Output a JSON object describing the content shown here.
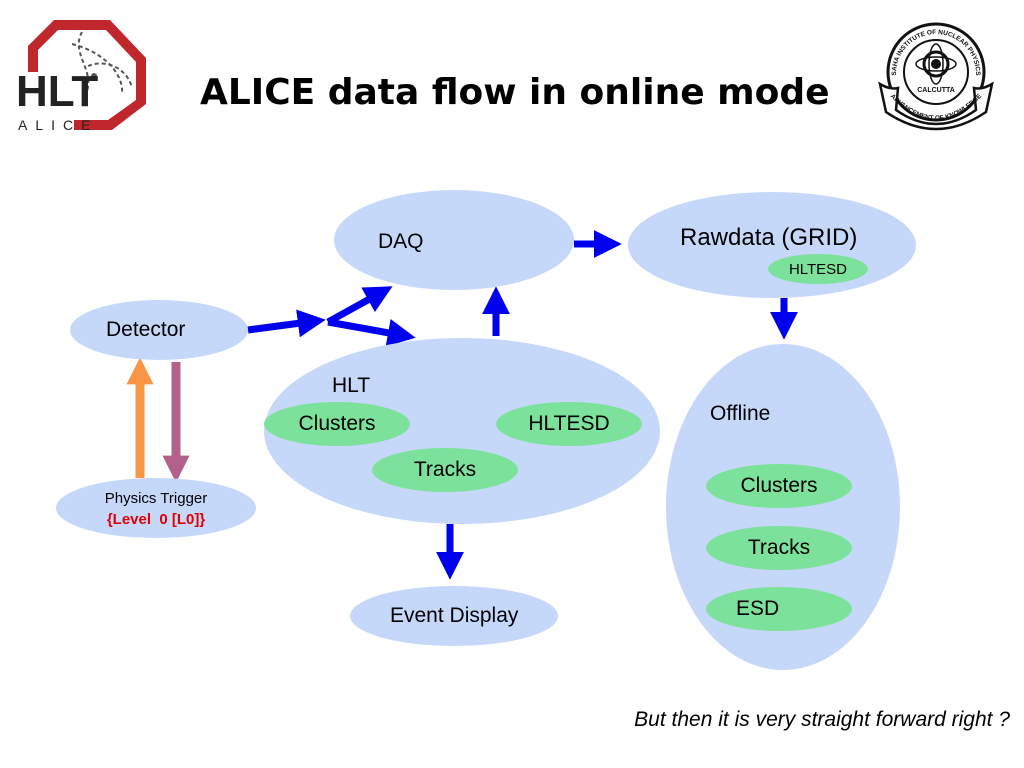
{
  "title": "ALICE data flow in online mode",
  "logos": {
    "left": {
      "text": "HLT",
      "subtext": "ALICE"
    },
    "right": {
      "text_top": "SAHA INSTITUTE OF NUCLEAR PHYSICS",
      "text_mid": "CALCUTTA",
      "text_bottom": "ADVANCEMENT OF KNOWLEDGE"
    }
  },
  "nodes": {
    "daq": "DAQ",
    "rawdata": "Rawdata (GRID)",
    "rawdata_hltesd": "HLTESD",
    "detector": "Detector",
    "hlt": "HLT",
    "hlt_clusters": "Clusters",
    "hlt_hltesd": "HLTESD",
    "hlt_tracks": "Tracks",
    "offline": "Offline",
    "offline_clusters": "Clusters",
    "offline_tracks": "Tracks",
    "offline_esd": "ESD",
    "physics_trigger": "Physics Trigger",
    "physics_trigger_level": "{Level  0 [L0]}",
    "event_display": "Event Display"
  },
  "footer": "But then it is very straight forward right ?",
  "colors": {
    "node_fill": "#c6d8fa",
    "subnode_fill": "#7ce29b",
    "arrow_blue": "#0000ee",
    "arrow_orange": "#f79646",
    "arrow_mauve": "#b5608a",
    "trigger_text": "#e00000",
    "logo_red": "#c0272d"
  }
}
